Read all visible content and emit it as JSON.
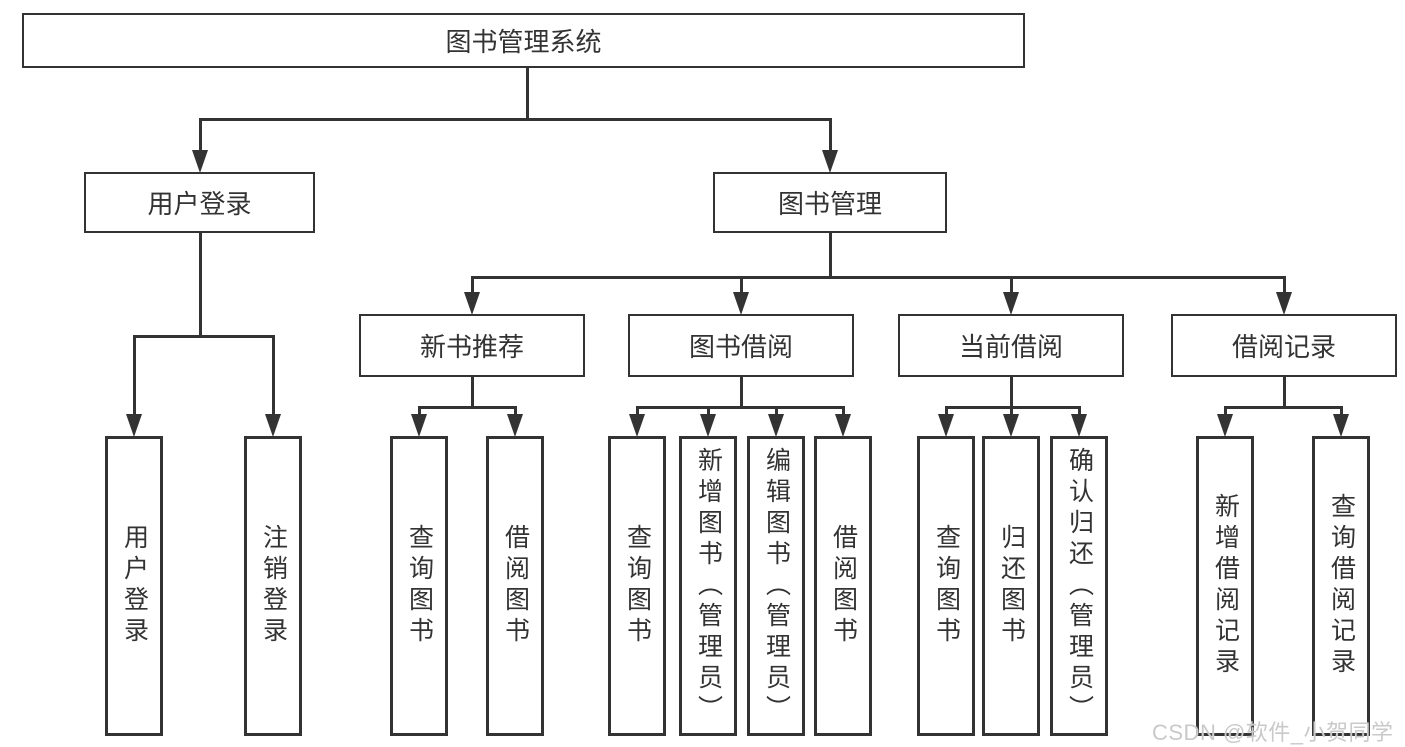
{
  "diagram": {
    "nodes": {
      "root": "图书管理系统",
      "user_login": "用户登录",
      "book_mgmt": "图书管理",
      "new_book_rec": "新书推荐",
      "book_borrow": "图书借阅",
      "current_borrow": "当前借阅",
      "borrow_record": "借阅记录",
      "leaf_user_login": "用户登录",
      "leaf_logout": "注销登录",
      "leaf_query_book_a": "查询图书",
      "leaf_borrow_book_a": "借阅图书",
      "leaf_query_book_b": "查询图书",
      "leaf_add_book": "新增图书（管理员）",
      "leaf_edit_book": "编辑图书（管理员）",
      "leaf_borrow_book_b": "借阅图书",
      "leaf_query_book_c": "查询图书",
      "leaf_return_book": "归还图书",
      "leaf_confirm_return": "确认归还（管理员）",
      "leaf_add_record": "新增借阅记录",
      "leaf_query_record": "查询借阅记录"
    },
    "hierarchy": {
      "图书管理系统": {
        "用户登录": [
          "用户登录",
          "注销登录"
        ],
        "图书管理": {
          "新书推荐": [
            "查询图书",
            "借阅图书"
          ],
          "图书借阅": [
            "查询图书",
            "新增图书（管理员）",
            "编辑图书（管理员）",
            "借阅图书"
          ],
          "当前借阅": [
            "查询图书",
            "归还图书",
            "确认归还（管理员）"
          ],
          "借阅记录": [
            "新增借阅记录",
            "查询借阅记录"
          ]
        }
      }
    }
  },
  "watermark": {
    "text": "CSDN @软件_小贺同学"
  },
  "colors": {
    "line": "#333333",
    "text": "#333333",
    "background": "#ffffff",
    "watermark": "#c9c9c9"
  }
}
